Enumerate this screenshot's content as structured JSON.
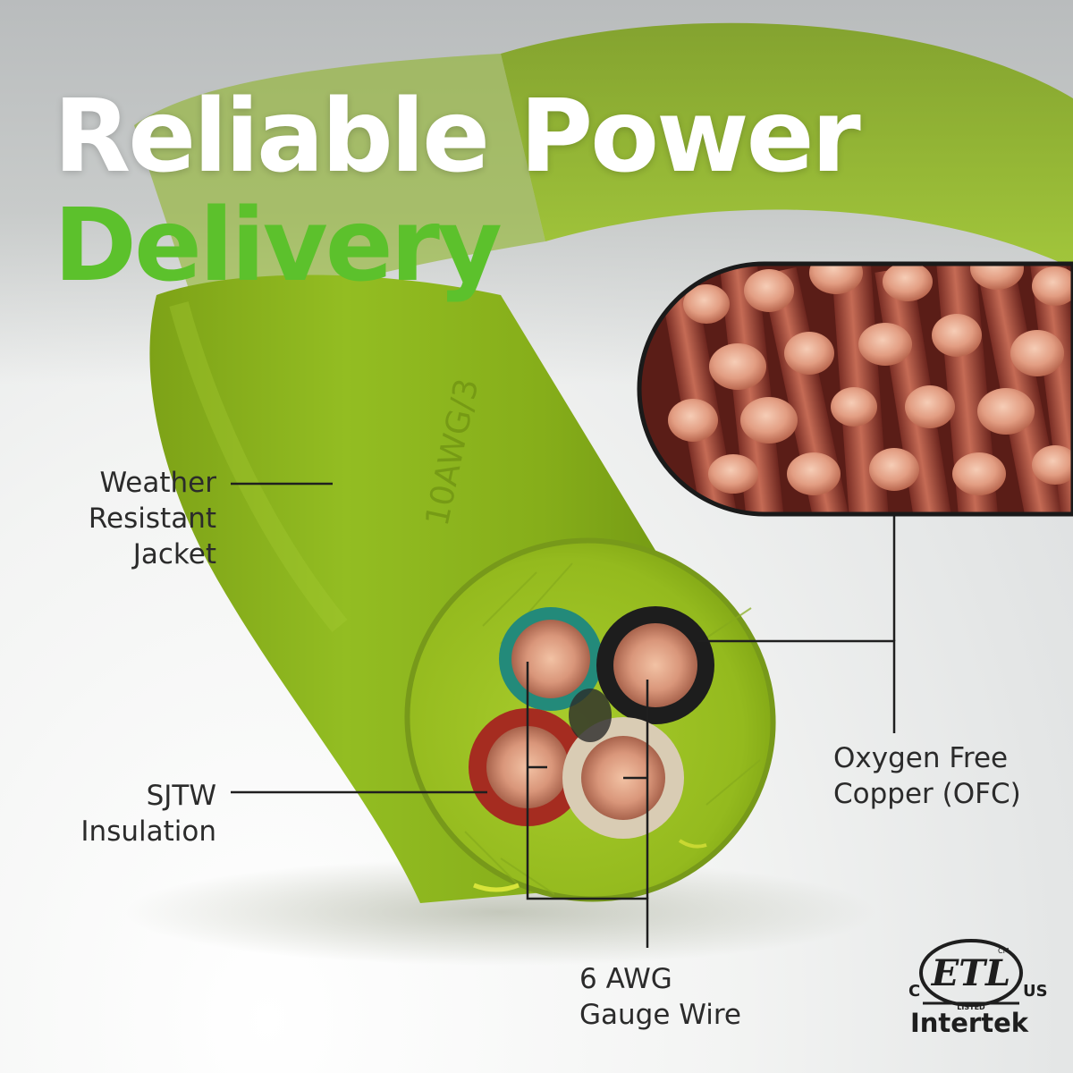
{
  "headline": {
    "line1": "Reliable Power",
    "line2": "Delivery"
  },
  "labels": {
    "jacket": [
      "Weather",
      "Resistant",
      "Jacket"
    ],
    "sjtw": [
      "SJTW",
      "Insulation"
    ],
    "awg": [
      "6 AWG",
      "Gauge Wire"
    ],
    "ofc": [
      "Oxygen Free",
      "Copper (OFC)"
    ]
  },
  "cable_imprint": "10AWG/3",
  "certification": {
    "mark": "ETL",
    "left": "C",
    "right": "US",
    "small": "CM",
    "listed": "LISTED",
    "brand": "Intertek"
  },
  "colors": {
    "accent_green": "#5cc12c",
    "cable_green": "#8dc01c",
    "copper": "#d98a6c",
    "text_dark": "#2b2b2b",
    "headline_white": "#ffffff"
  }
}
